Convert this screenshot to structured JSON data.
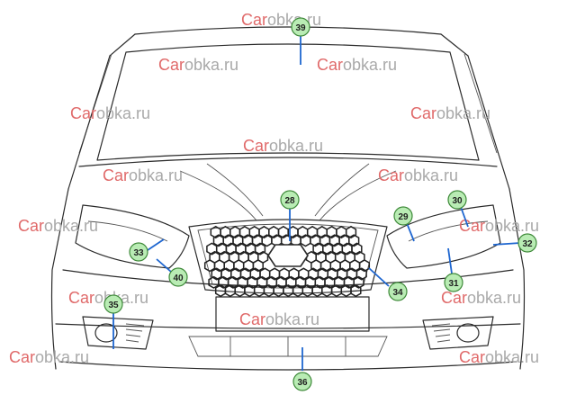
{
  "diagram": {
    "watermark": {
      "brand_red": "Car",
      "brand_grey": "obka.ru"
    },
    "callouts": [
      "39",
      "28",
      "29",
      "30",
      "32",
      "33",
      "40",
      "34",
      "31",
      "35",
      "36"
    ],
    "colors": {
      "callout_fill": "#b9ecb4",
      "leader": "#1e66d0",
      "watermark_red": "#e06a6a"
    }
  }
}
